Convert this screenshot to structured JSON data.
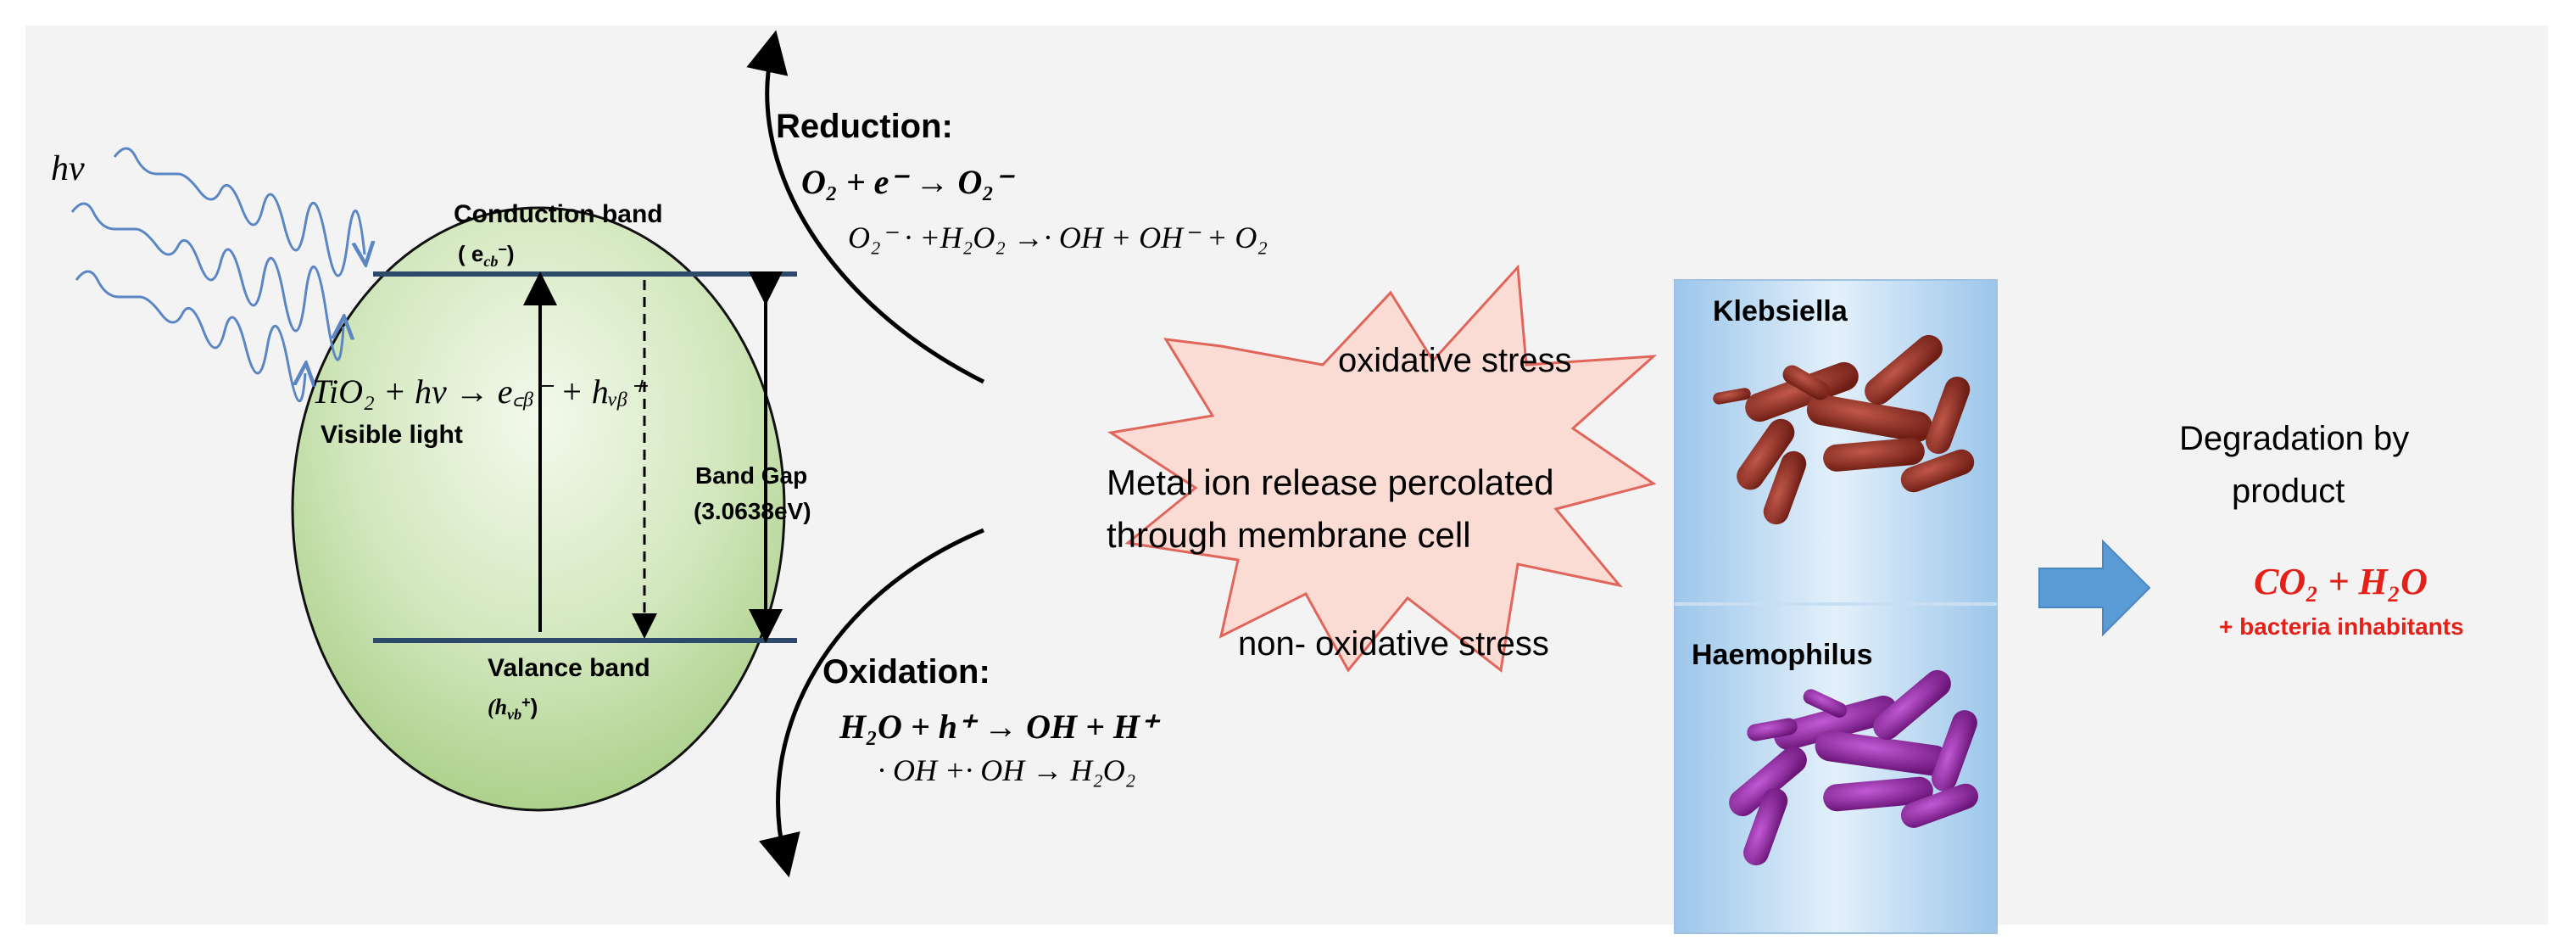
{
  "light": {
    "symbol": "hv",
    "visible_light_label": "Visible light"
  },
  "semiconductor": {
    "conduction_band_label": "Conduction band",
    "conduction_band_symbol": "( e",
    "conduction_band_sub": "cb",
    "conduction_band_sup": "−",
    "conduction_band_close": ")",
    "valence_band_label": "Valance band",
    "valence_band_symbol": "(h",
    "valence_band_sub": "vb",
    "valence_band_sup": "+",
    "valence_band_close": ")",
    "band_gap_label": "Band Gap",
    "band_gap_value": "(3.0638eV)",
    "generation_equation": "TiO₂ + hv → e꜀ᵦ⁻ + hᵥᵦ⁺"
  },
  "reduction": {
    "title": "Reduction:",
    "eq1": "O₂ + e⁻ → O₂⁻",
    "eq2": "O₂⁻ · +H₂O₂ →· OH + OH⁻ + O₂"
  },
  "oxidation": {
    "title": "Oxidation:",
    "eq1": "H₂O + h⁺ → OH + H⁺",
    "eq2": "· OH +· OH → H₂O₂"
  },
  "stress": {
    "oxidative": "oxidative stress",
    "non_oxidative": "non- oxidative stress",
    "release_line1": "Metal ion release percolated",
    "release_line2": "through membrane cell"
  },
  "bacteria": {
    "top_label": "Klebsiella",
    "bottom_label": "Haemophilus"
  },
  "degradation": {
    "line1": "Degradation by",
    "line2": "product",
    "products": "CO₂ + H₂O",
    "note": "+ bacteria inhabitants"
  },
  "colors": {
    "band_line": "#2e4a6b",
    "wavy_arrow": "#5b86c4",
    "sphere_top": "#eef6e4",
    "sphere_bottom": "#a9cf86",
    "star_fill": "#fbdcd5",
    "star_stroke": "#e0655a",
    "bacteria_panel": "#a9cdea",
    "klebsiella": "#8a2a1f",
    "haemophilus": "#8a1f9a",
    "block_arrow": "#5b9bd5",
    "product_text": "#e32119"
  }
}
